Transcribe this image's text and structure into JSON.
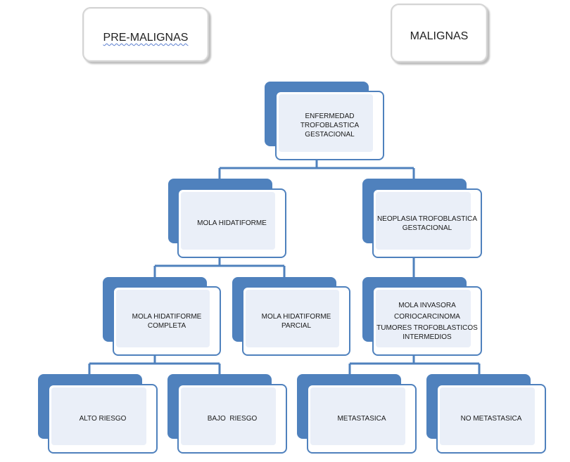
{
  "headers": {
    "pre_malignas": "PRE-MALIGNAS",
    "malignas": "MALIGNAS"
  },
  "nodes": {
    "root": [
      "ENFERMEDAD",
      "TROFOBLASTICA",
      "GESTACIONAL"
    ],
    "mola_hidatiforme": [
      "MOLA HIDATIFORME"
    ],
    "neoplasia": [
      "NEOPLASIA TROFOBLASTICA",
      "GESTACIONAL"
    ],
    "mola_completa": [
      "MOLA HIDATIFORME",
      "COMPLETA"
    ],
    "mola_parcial": [
      "MOLA HIDATIFORME",
      "PARCIAL"
    ],
    "malignas_list": [
      "MOLA INVASORA",
      "CORIOCARCINOMA",
      "TUMORES TROFOBLASTICOS",
      "INTERMEDIOS"
    ],
    "alto_riesgo": [
      "ALTO RIESGO"
    ],
    "bajo_riesgo": [
      "BAJO  RIESGO"
    ],
    "metastasica": [
      "METASTASICA"
    ],
    "no_metastasica": [
      "NO METASTASICA"
    ]
  },
  "colors": {
    "node_accent": "#4f81bd",
    "node_fill": "#eaeff8"
  }
}
